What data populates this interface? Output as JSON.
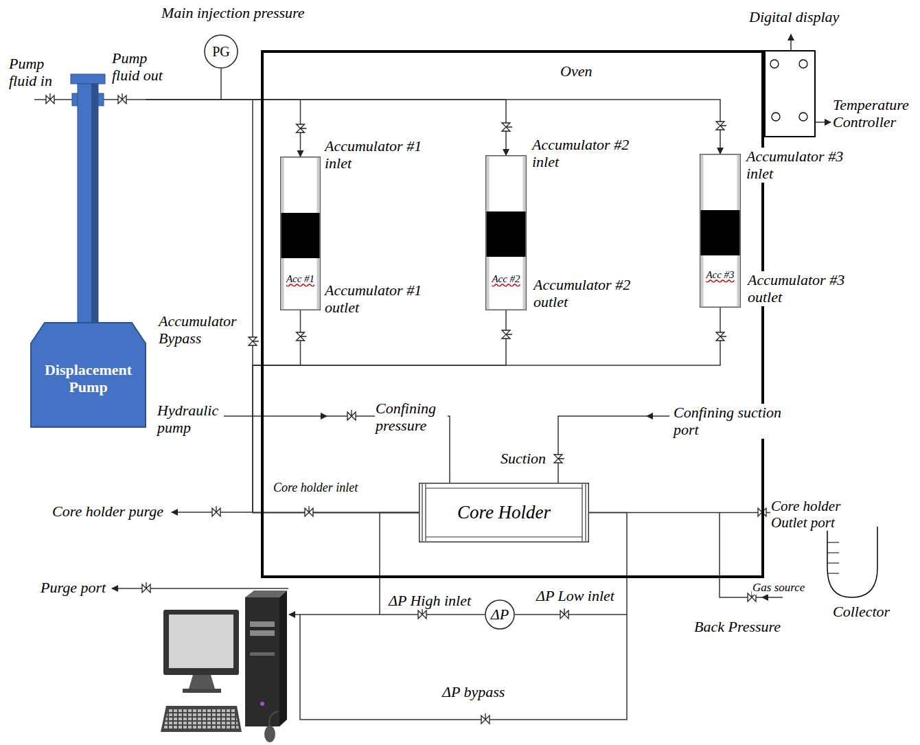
{
  "diagram": {
    "nodes": [
      {
        "text": [
          "Main injection pressure",
          "PG"
        ]
      },
      {
        "text": [
          "Displacement Pump"
        ]
      },
      {
        "text": [
          "Oven"
        ]
      },
      {
        "text": [
          "Acc #1"
        ],
        "in": 2
      },
      {
        "text": [
          "Acc #2"
        ],
        "in": 2
      },
      {
        "text": [
          "Acc #3"
        ],
        "in": 2
      },
      {
        "text": [
          "Core Holder"
        ],
        "in": 2
      },
      {
        "text": [
          "Digital display",
          "Temperature Controller"
        ]
      },
      {
        "text": [
          "ΔP"
        ]
      },
      {
        "text": [
          "Collector"
        ]
      }
    ],
    "edges": [
      {
        "from": 1,
        "to": 0,
        "arrow": "none"
      },
      {
        "from": 1,
        "to": 3,
        "arrow": "to"
      },
      {
        "from": 1,
        "to": 4,
        "arrow": "to"
      },
      {
        "from": 1,
        "to": 5,
        "arrow": "to"
      },
      {
        "from": 3,
        "to": 6,
        "arrow": "none"
      },
      {
        "from": 4,
        "to": 6,
        "arrow": "none"
      },
      {
        "from": 5,
        "to": 6,
        "arrow": "none"
      },
      {
        "from": 6,
        "to": 9,
        "arrow": "to"
      },
      {
        "from": 6,
        "to": 8,
        "arrow": "none"
      },
      {
        "from": 8,
        "to": 6,
        "arrow": "none"
      }
    ],
    "labels": [
      "Pump fluid in",
      "Pump fluid out",
      "Accumulator #1 inlet",
      "Accumulator #1 outlet",
      "Accumulator #2 inlet",
      "Accumulator #2 outlet",
      "Accumulator #3 inlet",
      "Accumulator #3 outlet",
      "Accumulator Bypass",
      "Hydraulic pump",
      "Confining pressure",
      "Confining suction port",
      "Suction",
      "Core holder purge",
      "Core holder inlet",
      "Core holder Outlet port",
      "Purge port",
      "ΔP High inlet",
      "ΔP Low inlet",
      "Gas source",
      "Back Pressure",
      "ΔP bypass"
    ]
  }
}
